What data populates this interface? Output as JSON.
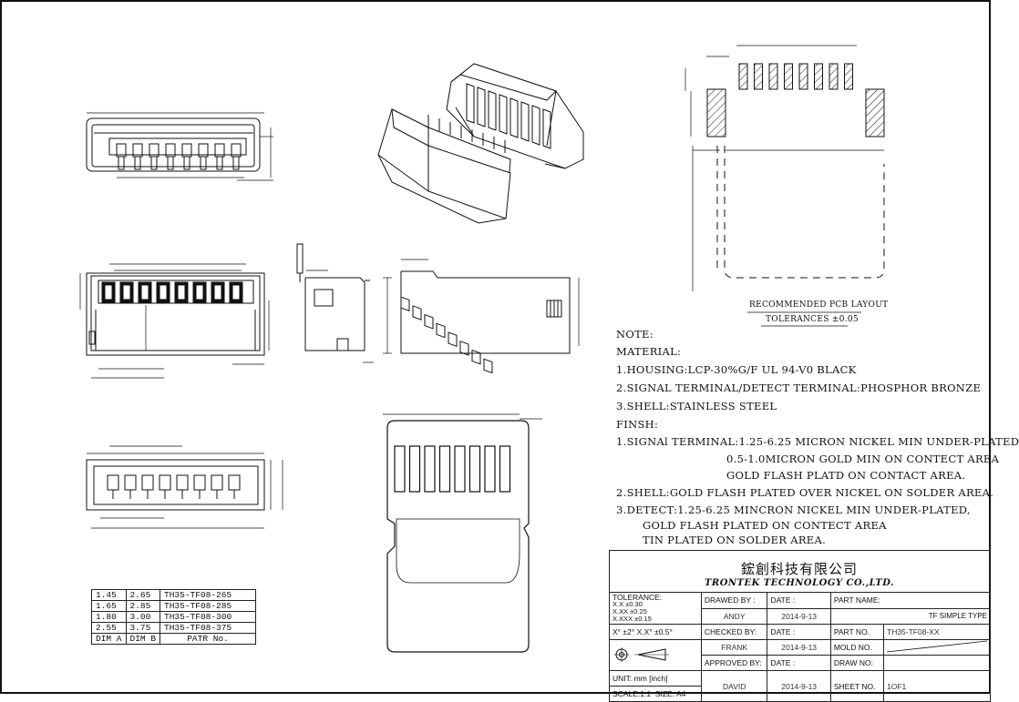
{
  "pcb": {
    "caption": "RECOMMENDED PCB LAYOUT",
    "tolerance": "TOLERANCES ±0.05"
  },
  "notes": {
    "lines": [
      "NOTE:",
      "MATERIAL:",
      "1.HOUSING:LCP-30%G/F UL 94-V0 BLACK",
      "2.SIGNAL TERMINAL/DETECT TERMINAL:PHOSPHOR BRONZE",
      "3.SHELL:STAINLESS STEEL",
      "FINSH:",
      "1.SIGNAl TERMINAL:1.25-6.25 MICRON NICKEL MIN UNDER-PLATED",
      "0.5-1.0MICRON GOLD MIN ON CONTECT AREA",
      "GOLD FLASH PLATD ON CONTACT AREA.",
      "2.SHELL:GOLD FLASH PLATED OVER NICKEL ON SOLDER AREA.",
      "3.DETECT:1.25-6.25 MINCRON NICKEL MIN UNDER-PLATED,",
      "GOLD FLASH PLATED ON CONTECT AREA",
      "TIN PLATED ON SOLDER AREA."
    ]
  },
  "dim_table": {
    "rows": [
      [
        "1.45",
        "2.65",
        "TH35-TF08-265"
      ],
      [
        "1.65",
        "2.85",
        "TH35-TF08-285"
      ],
      [
        "1.80",
        "3.00",
        "TH35-TF08-300"
      ],
      [
        "2.55",
        "3.75",
        "TH35-TF08-375"
      ]
    ],
    "header": [
      "DIM A",
      "DIM B",
      "PATR No."
    ]
  },
  "title_block": {
    "company_cn": "鋐創科技有限公司",
    "company_en": "TRONTEK TECHNOLOGY CO.,LTD.",
    "tolerance_label": "TOLERANCE:",
    "tol1": "X.X   ±0.30",
    "tol2": "X.XX  ±0.25",
    "tol3": "X.XXX ±0.15",
    "tol4": "X° ±2°    X.X° ±0.5°",
    "unit": "UNIT:  mm  [inch]",
    "scale": "SCALE:1:1",
    "size": "SIZE: A4",
    "drawed_by": "DRAWED BY :",
    "drawed_val": "ANDY",
    "checked_by": "CHECKED BY:",
    "checked_val": "FRANK",
    "approved_by": "APPROVED BY:",
    "approved_val": "DAVID",
    "date_label": "DATE :",
    "date_val": "2014-9-13",
    "part_name_label": "PART NAME:",
    "part_name_val": "TF SIMPLE TYPE",
    "part_no_label": "PART NO.",
    "part_no_val": "TH35-TF08-XX",
    "mold_no_label": "MOLD NO.",
    "draw_no_label": "DRAW NO:",
    "sheet_no_label": "SHEET NO.",
    "sheet_no_val": "1OF1"
  }
}
